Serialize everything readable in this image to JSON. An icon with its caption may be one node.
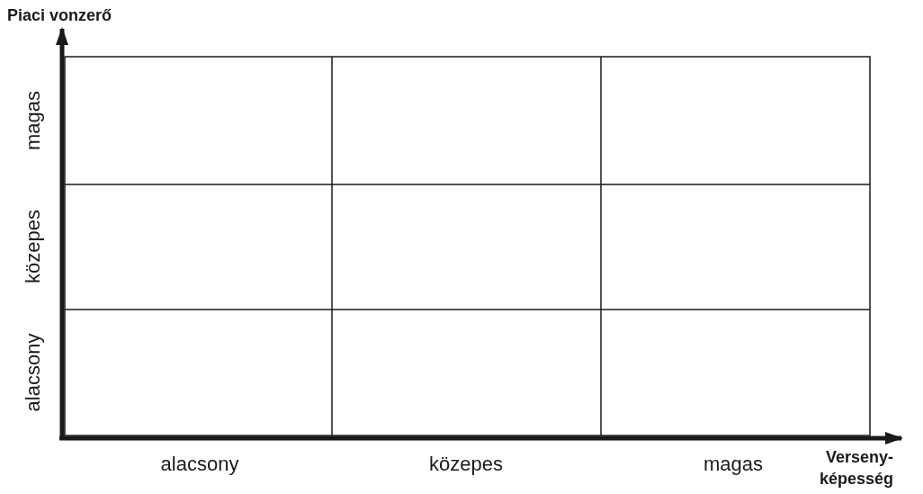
{
  "diagram": {
    "labels": [
      "Piaci vonzerő",
      "magas",
      "közepes",
      "alacsony",
      "alacsony",
      "közepes",
      "magas",
      "Verseny- képesség"
    ]
  }
}
